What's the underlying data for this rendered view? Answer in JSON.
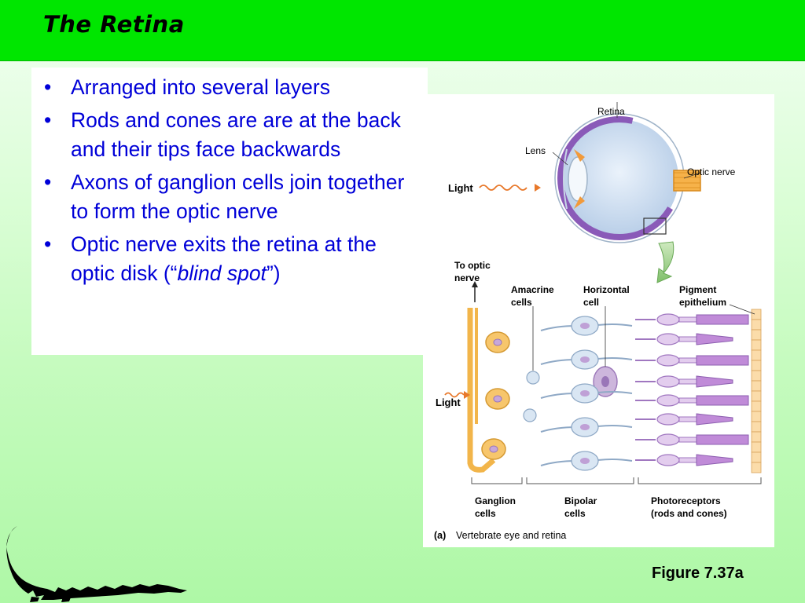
{
  "slide": {
    "title": "The Retina",
    "bullets": [
      {
        "text": "Arranged into several layers"
      },
      {
        "text": "Rods and cones are are at the back and their tips face backwards"
      },
      {
        "text": "Axons of ganglion cells join together to form the optic nerve"
      },
      {
        "pre": "Optic nerve exits the retina at the optic disk (“",
        "em": "blind spot",
        "post": "”)"
      }
    ],
    "figure_label": "Figure 7.37a"
  },
  "figure": {
    "labels": {
      "retina": "Retina",
      "lens": "Lens",
      "optic_nerve": "Optic nerve",
      "light_top": "Light",
      "to_optic_1": "To optic",
      "to_optic_2": "nerve",
      "amacrine_1": "Amacrine",
      "amacrine_2": "cells",
      "horizontal_1": "Horizontal",
      "horizontal_2": "cell",
      "pigment_1": "Pigment",
      "pigment_2": "epithelium",
      "light_side": "Light",
      "ganglion_1": "Ganglion",
      "ganglion_2": "cells",
      "bipolar_1": "Bipolar",
      "bipolar_2": "cells",
      "photo_1": "Photoreceptors",
      "photo_2": "(rods and cones)",
      "caption_part": "(a)",
      "caption_text": "Vertebrate eye and retina"
    }
  },
  "colors": {
    "title_bar": "#00e600",
    "bullet_text": "#0000d8",
    "background_bottom": "#aef8a6"
  },
  "icons": {
    "decoration": "crocodile-silhouette"
  }
}
